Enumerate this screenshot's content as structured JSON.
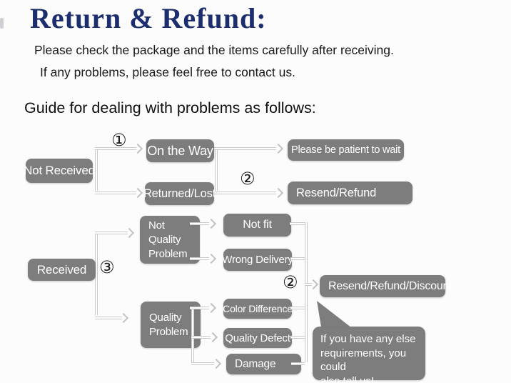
{
  "header": {
    "title": "Return & Refund:",
    "intro_line1": "Please check the package and the items carefully after receiving.",
    "intro_line2": "If any problems, please feel free to contact us.",
    "guide_heading": "Guide for dealing with problems as follows:"
  },
  "colors": {
    "title_blue": "#1c2e6e",
    "box_gray": "#7d7d7d",
    "line_gray": "#c9c9c9",
    "text_dark": "#191919"
  },
  "flowchart": {
    "markers": {
      "step1": "①",
      "step2_top": "②",
      "step2_bottom": "②",
      "step3": "③"
    },
    "nodes": {
      "not_received": "Not Received",
      "on_the_way": "On the Way",
      "returned_lost": "Returned/Lost",
      "please_be_patient": "Please be patient to wait",
      "resend_refund": "Resend/Refund",
      "received": "Received",
      "not_quality_problem": "Not\nQuality\nProblem",
      "not_fit": "Not fit",
      "wrong_delivery": "Wrong Delivery",
      "quality_problem": "Quality\nProblem",
      "color_difference": "Color Difference",
      "quality_defect": "Quality Defect",
      "damage": "Damage",
      "resend_refund_discount": "Resend/Refund/Discount"
    },
    "note_bubble": "If you have any else\nrequirements, you could\nalso tell us!"
  }
}
